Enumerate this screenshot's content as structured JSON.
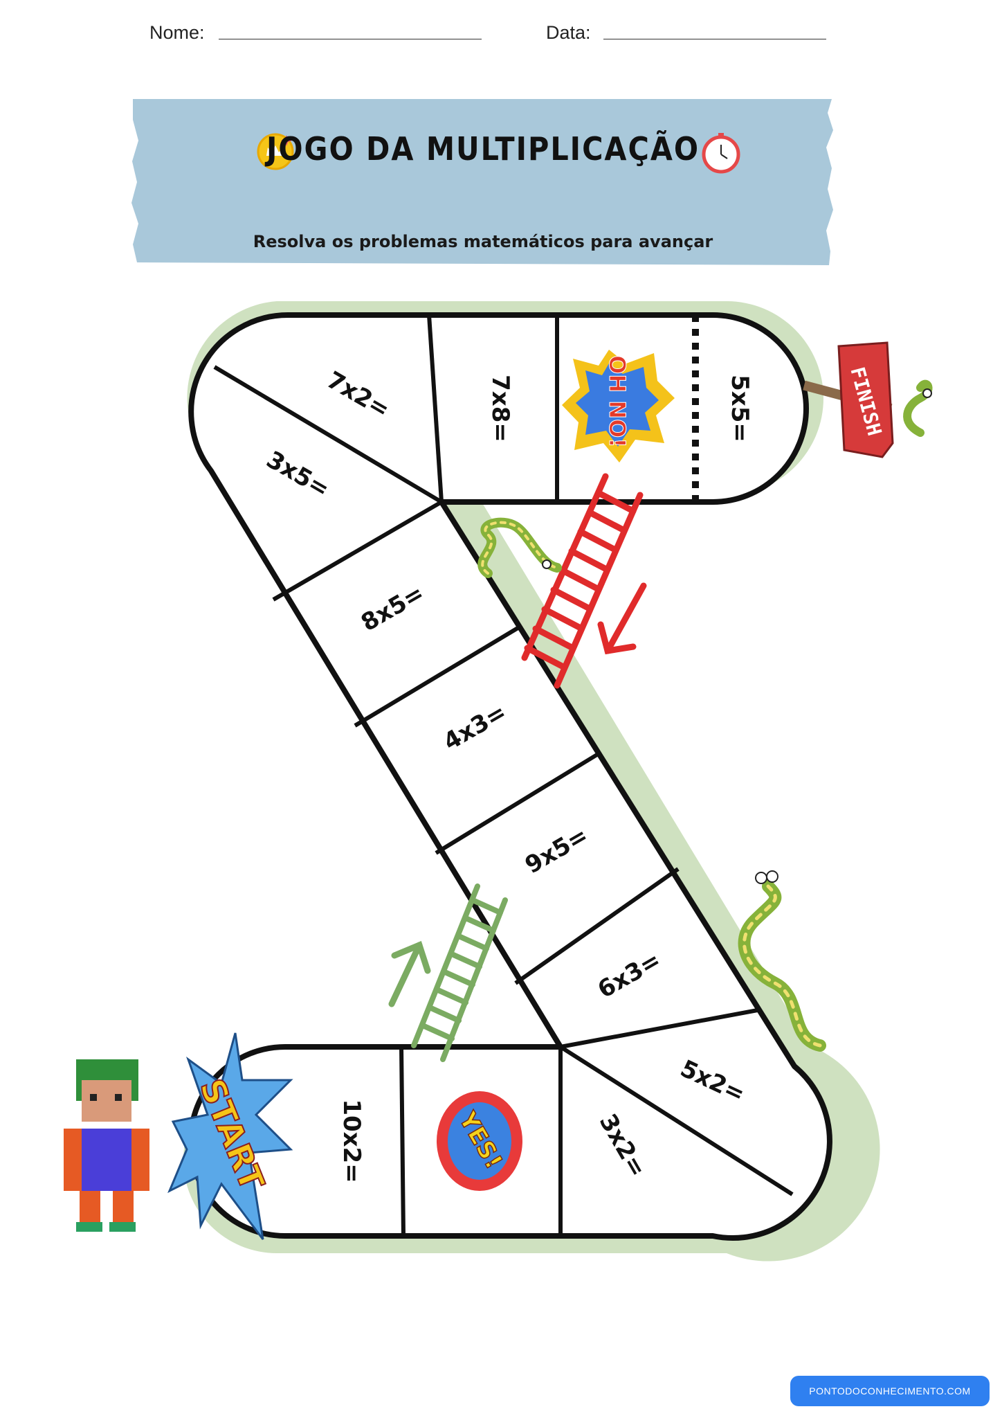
{
  "header": {
    "name_label": "Nome:",
    "date_label": "Data:"
  },
  "banner": {
    "title": "JOGO DA MULTIPLICAÇÃO",
    "subtitle": "Resolva os problemas matemáticos para avançar",
    "left_icon": "crown-icon",
    "right_icon": "alarm-clock-icon"
  },
  "board": {
    "squares": [
      "10x2=",
      "YES!",
      "3x2=",
      "5x2=",
      "6x3=",
      "9x5=",
      "4x3=",
      "8x5=",
      "3x5=",
      "7x2=",
      "7x8=",
      "OH NO!",
      "5x5="
    ],
    "start_label": "START",
    "finish_label": "FINISH"
  },
  "colors": {
    "banner": "#a9c8da",
    "shadow_path": "#cfe1c0",
    "ladder_red": "#e02b2b",
    "ladder_green": "#7bab62",
    "snake": "#86b23a"
  },
  "footer": {
    "site": "PONTODOCONHECIMENTO.COM"
  }
}
